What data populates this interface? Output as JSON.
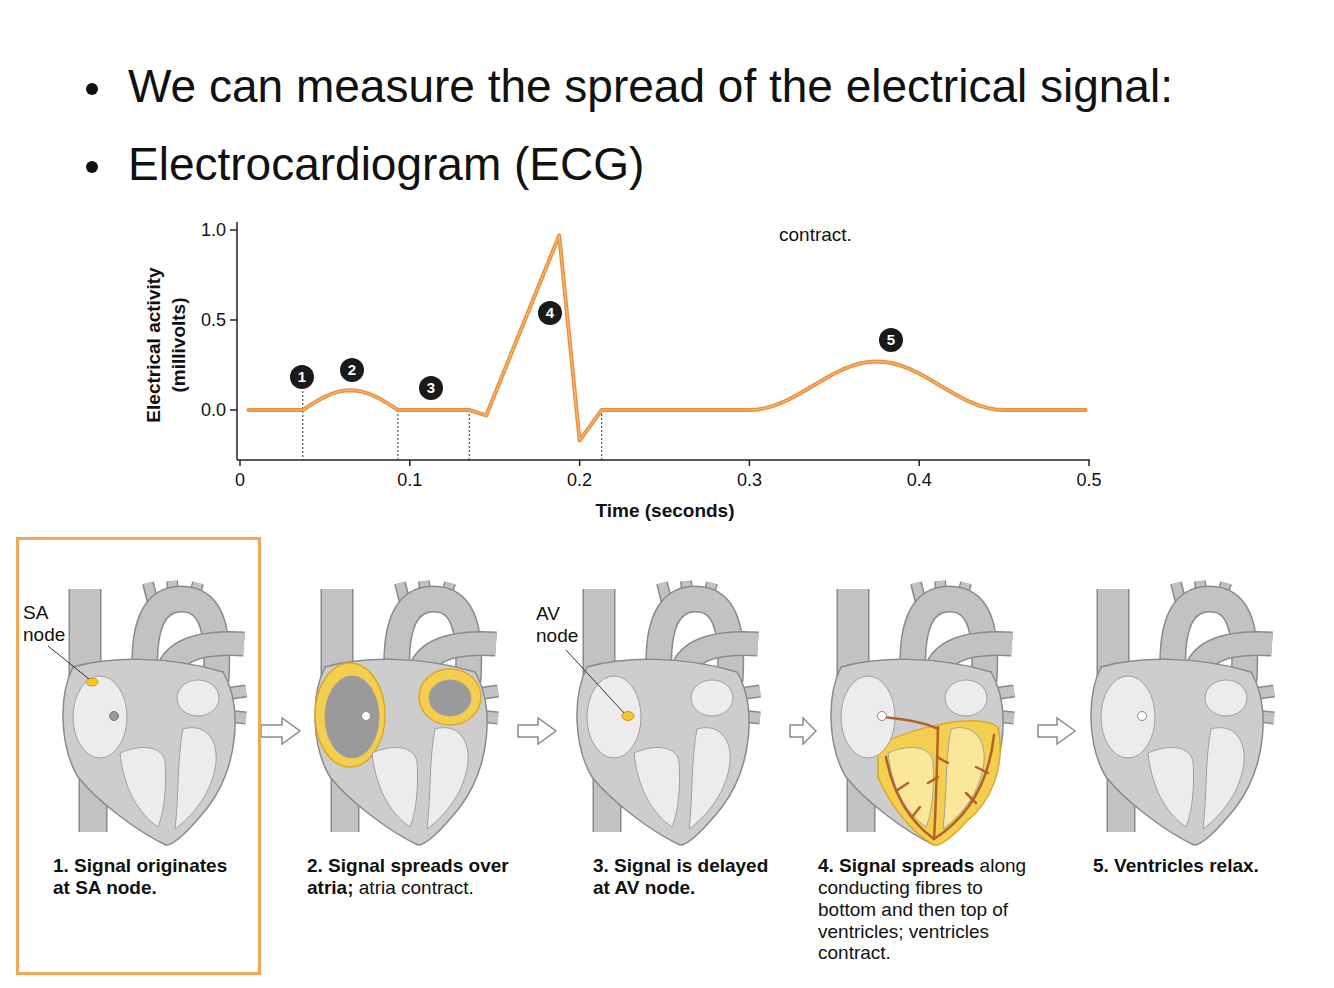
{
  "diagram": {
    "nodes": [
      {
        "text": [
          "SA node",
          "1. Signal originates at SA node."
        ]
      },
      {
        "text": [
          "2. Signal spreads over atria;",
          "atria contract."
        ]
      },
      {
        "text": [
          "3. Signal is delayed at AV node."
        ]
      },
      {
        "text": [
          "4. Signal spreads",
          "along conducting fibres to bottom and then top of ventricles; ventricles contract."
        ]
      },
      {
        "text": [
          "5. Ventricles relax."
        ]
      }
    ],
    "edges": [
      {
        "from": 0,
        "to": 1,
        "arrow": "to"
      },
      {
        "from": 1,
        "to": 2,
        "arrow": "to"
      },
      {
        "from": 2,
        "to": 3,
        "arrow": "to"
      },
      {
        "from": 3,
        "to": 4,
        "arrow": "to"
      }
    ],
    "labels": [
      "We can measure the spread of the electrical signal:",
      "Electrocardiogram (ECG)",
      "contract.",
      "1.0",
      "0.5",
      "0.0",
      "Electrical activity (millivolts)",
      "0",
      "0.1",
      "0.2",
      "0.3",
      "0.4",
      "0.5",
      "Time (seconds)",
      "1",
      "2",
      "3",
      "4",
      "5",
      "AV node"
    ]
  }
}
